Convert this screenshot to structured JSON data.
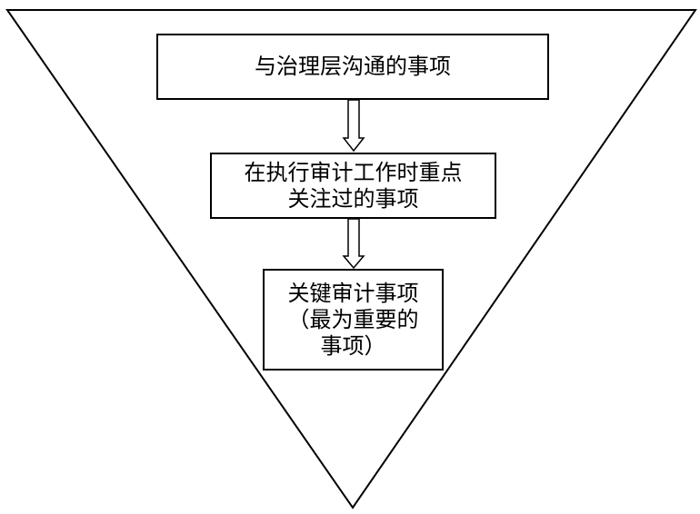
{
  "diagram": {
    "boxes": {
      "top": {
        "lines": [
          "与治理层沟通的事项"
        ]
      },
      "middle": {
        "lines": [
          "在执行审计工作时重点",
          "关注过的事项"
        ]
      },
      "bottom": {
        "lines": [
          "关键审计事项",
          "（最为重要的",
          "事项）"
        ]
      }
    },
    "colors": {
      "stroke": "#000000",
      "fill": "#ffffff"
    }
  }
}
